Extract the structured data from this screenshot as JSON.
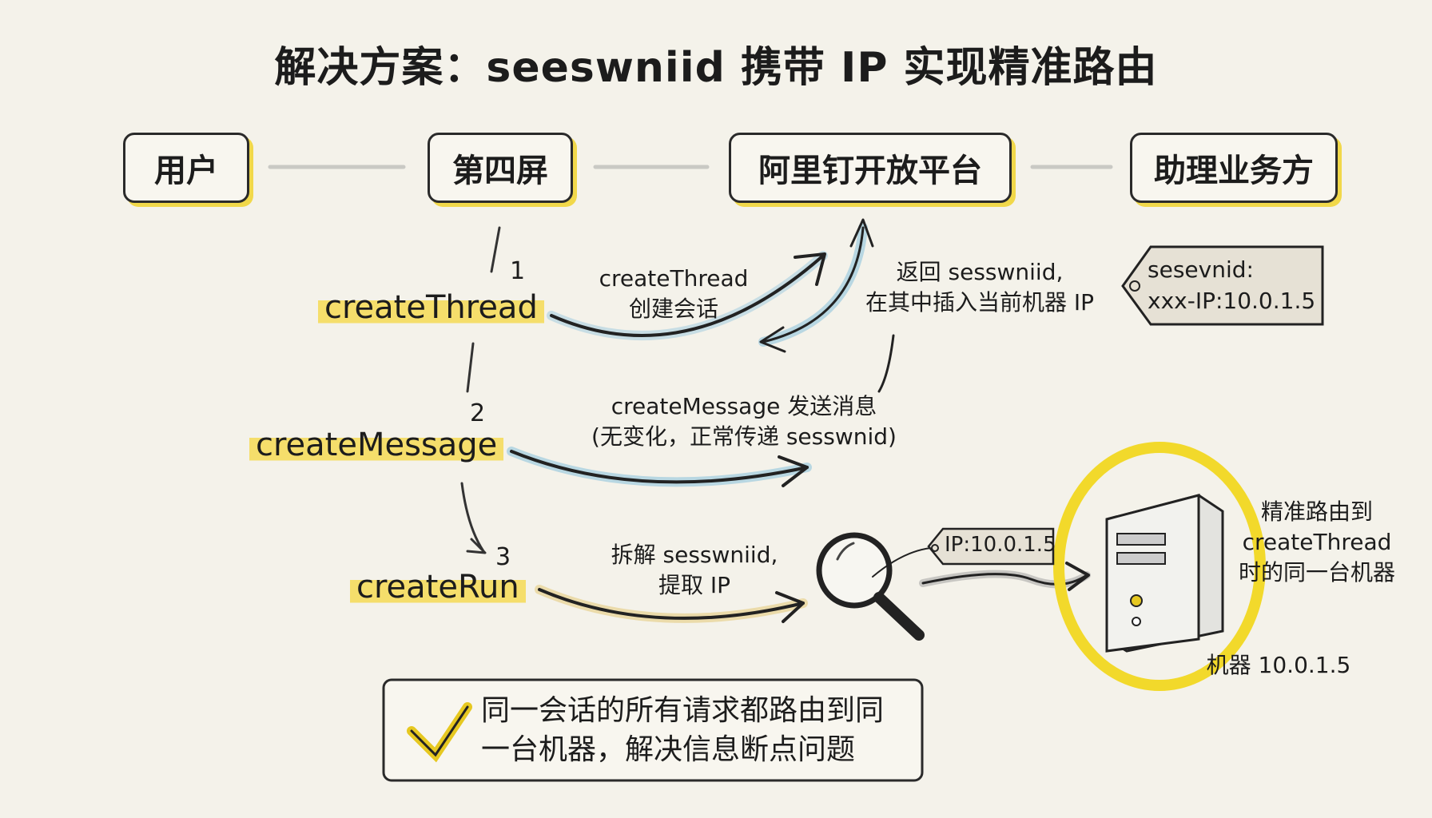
{
  "title": "解决方案：seeswniid 携带 IP 实现精准路由",
  "actors": [
    "用户",
    "第四屏",
    "阿里钉开放平台",
    "助理业务方"
  ],
  "steps": [
    {
      "number": "1",
      "label": "createThread"
    },
    {
      "number": "2",
      "label": "createMessage"
    },
    {
      "number": "3",
      "label": "createRun"
    }
  ],
  "notes": {
    "create_thread": [
      "createThread",
      "创建会话"
    ],
    "return": [
      "返回 sesswniid,",
      "在其中插入当前机器 IP"
    ],
    "create_message": [
      "createMessage 发送消息",
      "(无变化，正常传递 sesswnid)"
    ],
    "create_run": [
      "拆解 sesswniid,",
      "提取 IP"
    ],
    "routing": [
      "精准路由到",
      "createThread",
      "时的同一台机器"
    ]
  },
  "session_tag": [
    "sesevnid:",
    "xxx-IP:10.0.1.5"
  ],
  "ip_tag": "IP:10.0.1.5",
  "machine_label": "机器 10.0.1.5",
  "conclusion": [
    "同一会话的所有请求都路由到同",
    "一台机器，解决信息断点问题"
  ],
  "colors": {
    "highlight": "#f5de6b",
    "blue": "#a9cfe0",
    "ring": "#f2d92b"
  }
}
